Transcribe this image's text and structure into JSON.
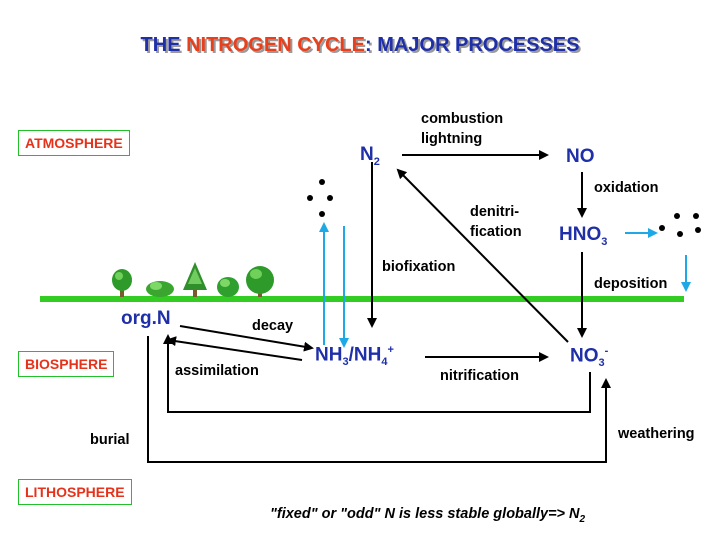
{
  "title": {
    "prefix": "THE ",
    "accent": "NITROGEN CYCLE",
    "suffix": ": MAJOR PROCESSES",
    "accent_color": "#e8401c",
    "main_color": "#1f2fa8"
  },
  "spheres": {
    "atmosphere": "ATMOSPHERE",
    "biosphere": "BIOSPHERE",
    "lithosphere": "LITHOSPHERE"
  },
  "species": {
    "n2": {
      "base": "N",
      "sub": "2"
    },
    "no": "NO",
    "hno3": {
      "base": "HNO",
      "sub": "3"
    },
    "orgn": "org.N",
    "nh3": {
      "a": "NH",
      "a_sub": "3",
      "slash": "/NH",
      "b_sub": "4",
      "b_sup": "+"
    },
    "no3": {
      "base": "NO",
      "sub": "3",
      "sup": "-"
    }
  },
  "processes": {
    "combustion": "combustion",
    "lightning": "lightning",
    "oxidation": "oxidation",
    "denitri": "denitri-",
    "fication": "fication",
    "biofixation": "biofixation",
    "deposition": "deposition",
    "decay": "decay",
    "assimilation": "assimilation",
    "nitrification": "nitrification",
    "burial": "burial",
    "weathering": "weathering"
  },
  "footnote": {
    "text": "\"fixed\" or \"odd\" N is less stable globally=> N",
    "sub": "2"
  },
  "colors": {
    "ground": "#33cc22",
    "arrow_black": "#000000",
    "arrow_blue": "#1ea8e6",
    "species_blue": "#1f2fa8",
    "sphere_label": "#e6321a",
    "sphere_border": "#22c02a"
  },
  "icons": [
    "tree-icon",
    "shrub-icon",
    "raindrop-dots-icon"
  ]
}
